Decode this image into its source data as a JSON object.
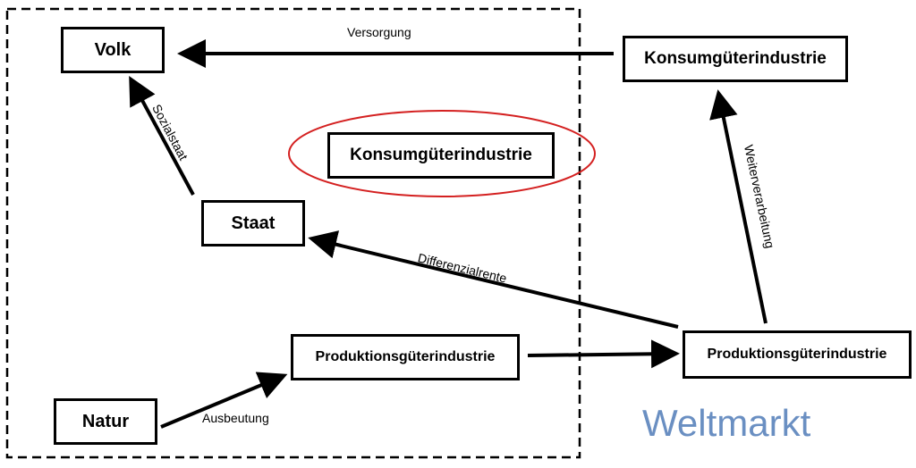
{
  "nodes": {
    "volk": "Volk",
    "staat": "Staat",
    "natur": "Natur",
    "konsum_inner": "Konsumgüterindustrie",
    "produktion_inner": "Produktionsgüterindustrie",
    "konsum_outer": "Konsumgüterindustrie",
    "produktion_outer": "Produktionsgüterindustrie"
  },
  "edges": {
    "versorgung": "Versorgung",
    "sozialstaat": "Sozialstaat",
    "differenzialrente": "Differenzialrente",
    "weiterverarbeitung": "Weiterverarbeitung",
    "ausbeutung": "Ausbeutung"
  },
  "region_label": "Weltmarkt",
  "colors": {
    "highlight_ellipse": "#d42020",
    "region_label": "#6a8fc2",
    "lines": "#000000"
  }
}
